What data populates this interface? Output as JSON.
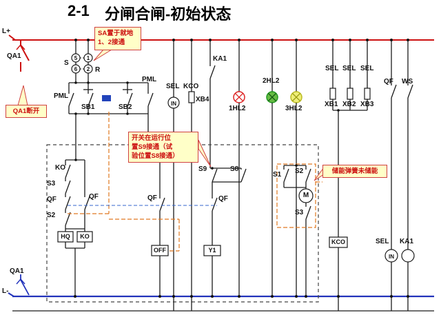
{
  "title": {
    "number": "2-1",
    "text": "分闸合闸-初始状态"
  },
  "callouts": {
    "sa": "SA置于就地\n1、2接通",
    "qa1": "QA1断开",
    "position": "开关在运行位\n置S9接通（试\n验位置S8接通）",
    "spring": "储能弹簧未储能"
  },
  "labels": {
    "l_plus": "L+",
    "l_minus": "L-",
    "qa1_top": "QA1",
    "qa1_bottom": "QA1",
    "sa_s": "S",
    "sa_r": "R",
    "sa_5": "5",
    "sa_1": "1",
    "sa_6": "6",
    "sa_2": "2",
    "ka1_top": "KA1",
    "pml_left": "PML",
    "pml_mid": "PML",
    "sb1": "SB1",
    "sb2": "SB2",
    "sel_top": "SEL",
    "kco_top": "KCO",
    "in_top": "IN",
    "xb4": "XB4",
    "hl1": "1HL2",
    "hl2": "2HL2",
    "hl3": "3HL2",
    "sel1": "SEL",
    "sel2": "SEL",
    "sel3": "SEL",
    "xb1": "XB1",
    "xb2": "XB2",
    "xb3": "XB3",
    "qf_top": "QF",
    "ws": "WS",
    "ko_contact": "KO",
    "s3_left": "S3",
    "qf_left": "QF",
    "s2_left": "S2",
    "qf_a": "QF",
    "hq_coil": "HQ",
    "ko_coil": "KO",
    "qf_b": "QF",
    "off_coil": "OFF",
    "s9": "S9",
    "s8": "S8",
    "qf_c": "QF",
    "y1_coil": "Y1",
    "s1": "S1",
    "s2_m": "S2",
    "motor": "M",
    "s3_right": "S3",
    "kco_coil": "KCO",
    "sel_bottom": "SEL",
    "in_bottom": "IN",
    "ka1_bottom": "KA1"
  },
  "colors": {
    "positive_bus": "#cc1111",
    "negative_bus": "#2233bb",
    "lamp_red": "#dd2222",
    "lamp_green": "#229922",
    "lamp_yellow": "#bbbb22",
    "callout_bg": "#ffffc8",
    "callout_text": "#cc1111",
    "link_orange": "#e07820",
    "link_blue": "#3366cc"
  }
}
